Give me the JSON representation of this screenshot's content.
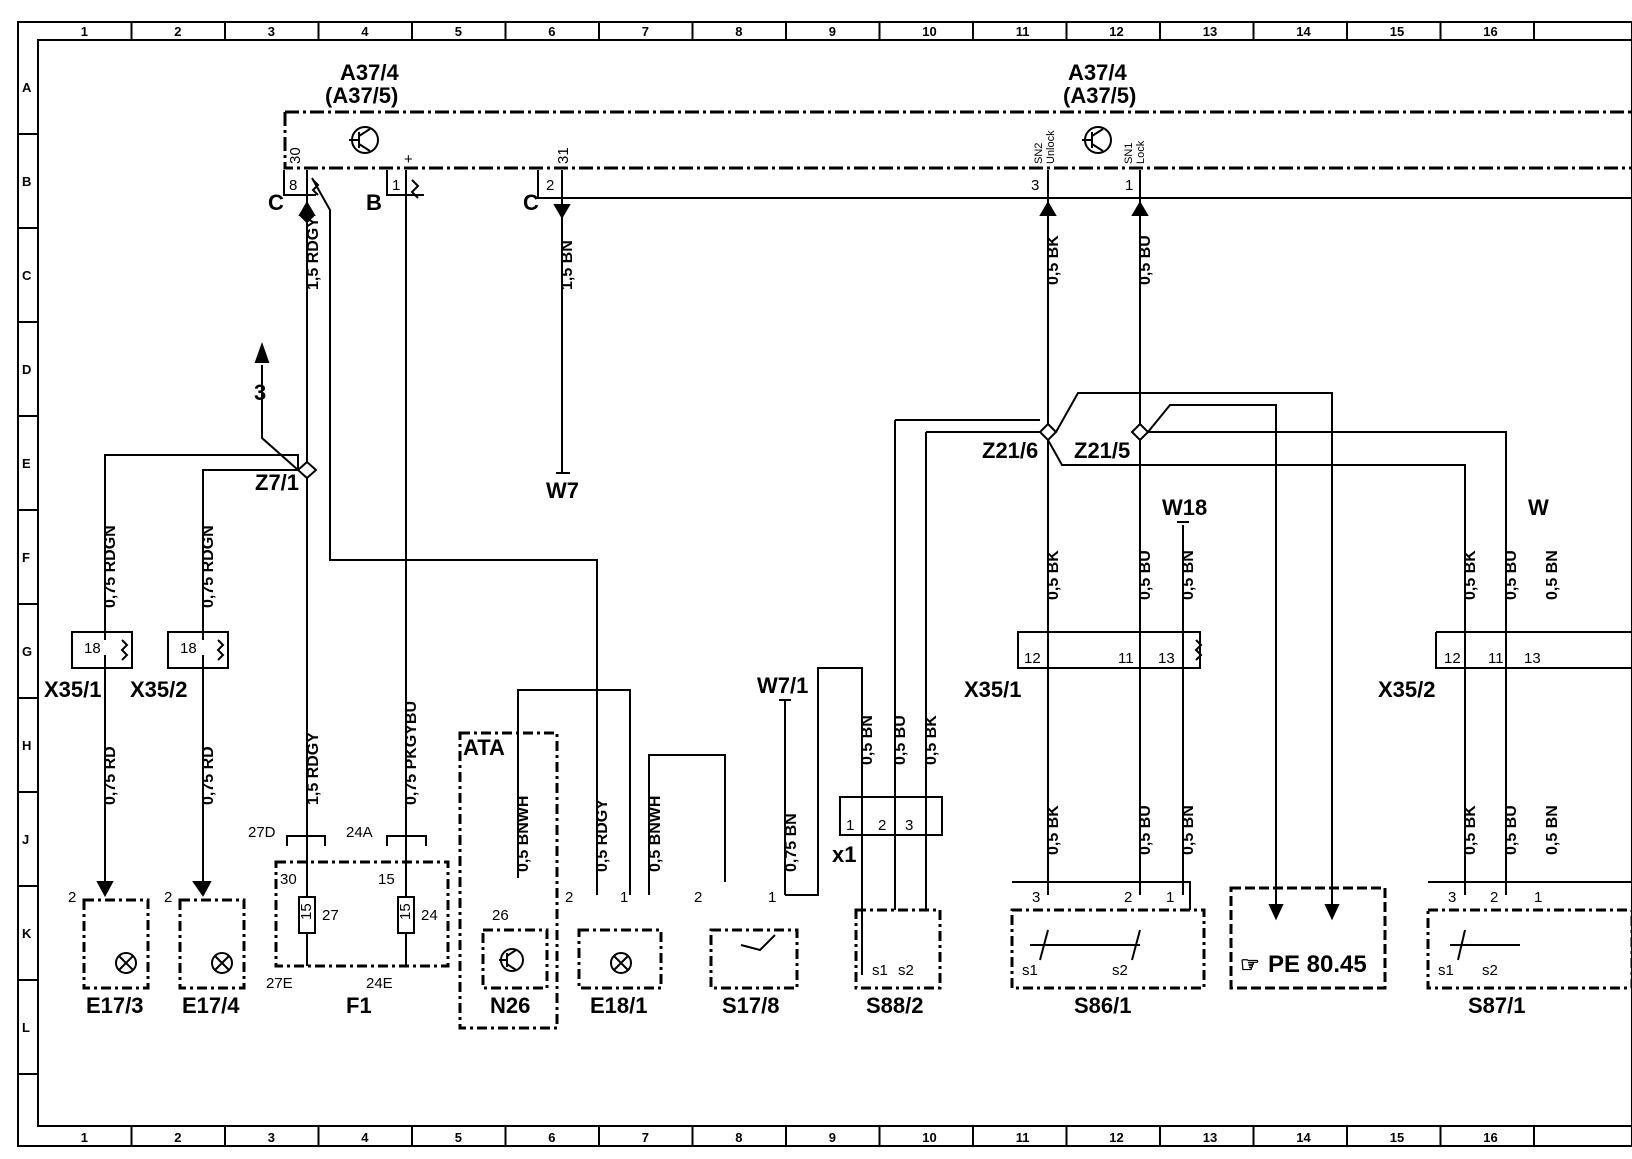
{
  "grid": {
    "columns": [
      "1",
      "2",
      "3",
      "4",
      "5",
      "6",
      "7",
      "8",
      "9",
      "10",
      "11",
      "12",
      "13",
      "14",
      "15",
      "16"
    ],
    "rows": [
      "A",
      "B",
      "C",
      "D",
      "E",
      "F",
      "G",
      "H",
      "J",
      "K",
      "L"
    ]
  },
  "modules": {
    "left_name": "A37/4",
    "left_alt": "(A37/5)",
    "right_name": "A37/4",
    "right_alt": "(A37/5)"
  },
  "module_pins": {
    "p30": "30",
    "pplus": "+",
    "p31": "31",
    "sn2": "SN2",
    "sn2_sub": "Unlock",
    "sn1": "SN1",
    "sn1_sub": "Lock",
    "c_left": "C",
    "b_left": "B",
    "c_mid": "C",
    "n8": "8",
    "n1a": "1",
    "n2": "2",
    "n3": "3",
    "n1b": "1"
  },
  "wires": {
    "w_15rdgy_top": "1,5 RDGY",
    "w_15bn": "1,5 BN",
    "w_05bk_top": "0,5 BK",
    "w_05bu_top": "0,5 BU",
    "w_075rdgn_1": "0,75 RDGN",
    "w_075rdgn_2": "0,75 RDGN",
    "w_075rd_1": "0,75 RD",
    "w_075rd_2": "0,75 RD",
    "w_15rdgy_bot": "1,5 RDGY",
    "w_075pkgybu": "0,75 PKGYBU",
    "w_05bnwh_n26": "0,5 BNWH",
    "w_05rdgy": "0,5 RDGY",
    "w_05bnwh_e18": "0,5 BNWH",
    "w_075bn": "0,75 BN",
    "w_05bn_x1": "0,5 BN",
    "w_05bu_x1": "0,5 BU",
    "w_05bk_x1": "0,5 BK",
    "w_05bk_f": "0,5 BK",
    "w_05bu_f": "0,5 BU",
    "w_05bn_f": "0,5 BN",
    "w_05bk_j": "0,5 BK",
    "w_05bu_j": "0,5 BU",
    "w_05bn_j": "0,5 BN",
    "w_05bk_r": "0,5 BK",
    "w_05bu_r": "0,5 BU",
    "w_05bn_r": "0,5 BN",
    "w_05bk_rj": "0,5 BK",
    "w_05bu_rj": "0,5 BU",
    "w_05bn_rj": "0,5 BN"
  },
  "components": {
    "z7_1": "Z7/1",
    "arrow3": "3",
    "w7": "W7",
    "z21_6": "Z21/6",
    "z21_5": "Z21/5",
    "w18": "W18",
    "w_right": "W",
    "x35_1a": "X35/1",
    "x35_2a": "X35/2",
    "x35_1b": "X35/1",
    "x35_2b": "X35/2",
    "w7_1": "W7/1",
    "x1": "x1",
    "ata": "ATA",
    "e17_3": "E17/3",
    "e17_4": "E17/4",
    "f1": "F1",
    "n26": "N26",
    "e18_1": "E18/1",
    "s17_8": "S17/8",
    "s88_2": "S88/2",
    "s86_1": "S86/1",
    "pe": "PE 80.45",
    "s87_1": "S87/1"
  },
  "pins": {
    "x35_18a": "18",
    "x35_18b": "18",
    "x35_12": "12",
    "x35_11": "11",
    "x35_13": "13",
    "x35r_12": "12",
    "x35r_11": "11",
    "x35r_13": "13",
    "f_27d": "27D",
    "f_24a": "24A",
    "f_30": "30",
    "f_15a": "15",
    "f_15b": "15",
    "f_27": "27",
    "f_15c": "15",
    "f_24": "24",
    "f_27e": "27E",
    "f_24e": "24E",
    "e17_3_2": "2",
    "e17_4_2": "2",
    "n26_26": "26",
    "e18_2": "2",
    "e18_1p": "1",
    "s17_2": "2",
    "s17_1": "1",
    "x1_1": "1",
    "x1_2": "2",
    "x1_3": "3",
    "s86_3": "3",
    "s86_2": "2",
    "s86_1p": "1",
    "s87_3": "3",
    "s87_2": "2",
    "s87_1p": "1",
    "s1a": "s1",
    "s2a": "s2",
    "s1b": "s1",
    "s2b": "s2",
    "s1c": "s1",
    "s2c": "s2"
  }
}
